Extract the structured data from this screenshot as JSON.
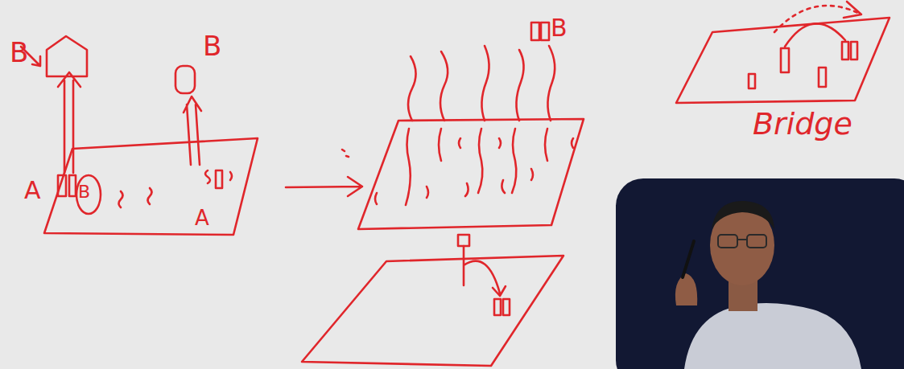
{
  "diagram": {
    "labels": [
      "B",
      "B",
      "A",
      "B",
      "A",
      "B",
      "Bridge"
    ]
  }
}
